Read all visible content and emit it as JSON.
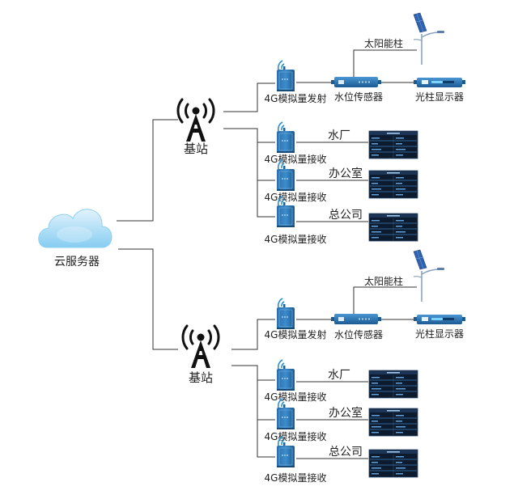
{
  "cloud": {
    "label": "云服务器"
  },
  "groups": [
    {
      "tower_label": "基站",
      "transmitter_label": "4G模拟量发射",
      "sensor_label": "水位传感器",
      "solar_label": "太阳能柱",
      "display_label": "光柱显示器",
      "receivers": [
        {
          "device_label": "4G模拟量接收",
          "site_label": "水厂"
        },
        {
          "device_label": "4G模拟量接收",
          "site_label": "办公室"
        },
        {
          "device_label": "4G模拟量接收",
          "site_label": "总公司"
        }
      ]
    },
    {
      "tower_label": "基站",
      "transmitter_label": "4G模拟量发射",
      "sensor_label": "水位传感器",
      "solar_label": "太阳能柱",
      "display_label": "光柱显示器",
      "receivers": [
        {
          "device_label": "4G模拟量接收",
          "site_label": "水厂"
        },
        {
          "device_label": "4G模拟量接收",
          "site_label": "办公室"
        },
        {
          "device_label": "4G模拟量接收",
          "site_label": "总公司"
        }
      ]
    }
  ],
  "colors": {
    "cloud_light": "#cfe9f8",
    "cloud_dark": "#6fc2ee",
    "device_blue": "#1f5f96",
    "device_light": "#3d87c5",
    "screen_dark": "#0d1b2e",
    "screen_line": "#3a78b8",
    "tower_black": "#111111"
  }
}
